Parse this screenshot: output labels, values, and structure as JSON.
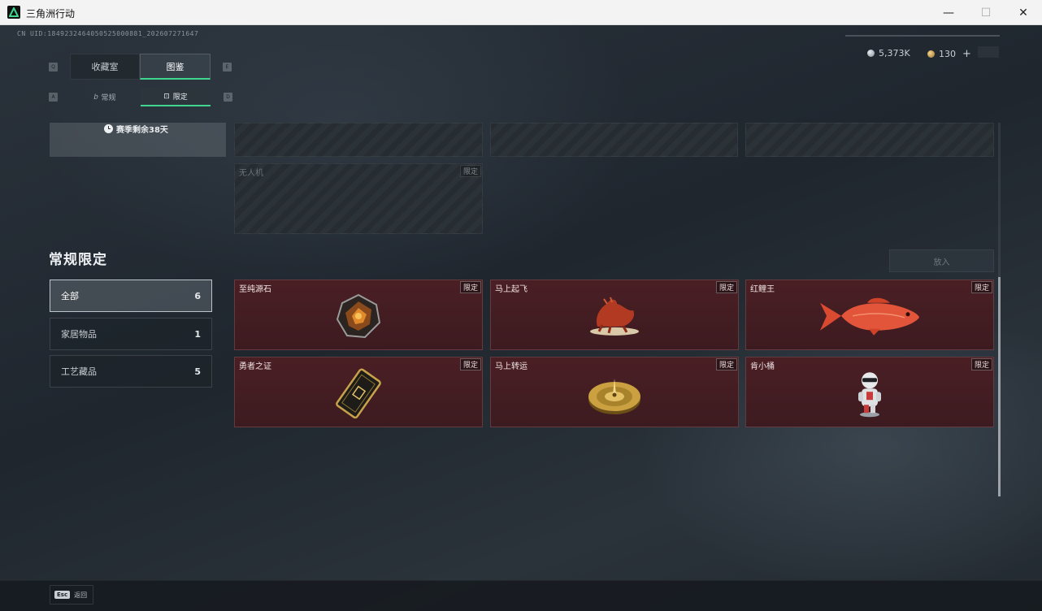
{
  "window": {
    "title": "三角洲行动",
    "minimize_icon": "minimize-icon",
    "maximize_icon": "maximize-icon",
    "close_icon": "close-icon"
  },
  "header": {
    "uid": "CN UID:1849232464050525000881_202607271647",
    "currency": [
      {
        "value": "5,373K",
        "icon": "silver-coin-icon"
      },
      {
        "value": "130",
        "icon": "gold-coin-icon"
      }
    ],
    "plus_label": "+"
  },
  "tabs": {
    "main": [
      {
        "label": "收藏室",
        "key": "Q"
      },
      {
        "label": "图鉴",
        "key": "E",
        "active": true
      }
    ],
    "sub": [
      {
        "label": "常规",
        "key": "A"
      },
      {
        "label": "限定",
        "key": "D",
        "active": true
      }
    ]
  },
  "season": {
    "remaining": "赛季剩余38天"
  },
  "locked_items": [
    {
      "name": "",
      "tag": ""
    },
    {
      "name": "",
      "tag": ""
    },
    {
      "name": "",
      "tag": ""
    },
    {
      "name": "无人机",
      "tag": "限定"
    }
  ],
  "section": {
    "title": "常规限定",
    "place_button": "放入"
  },
  "categories": [
    {
      "label": "全部",
      "count": "6",
      "active": true
    },
    {
      "label": "家居物品",
      "count": "1"
    },
    {
      "label": "工艺藏品",
      "count": "5"
    }
  ],
  "items": [
    {
      "name": "至纯源石",
      "tag": "限定",
      "icon": "stone-icon"
    },
    {
      "name": "马上起飞",
      "tag": "限定",
      "icon": "horse-statue-icon"
    },
    {
      "name": "红鲤王",
      "tag": "限定",
      "icon": "carp-icon"
    },
    {
      "name": "勇者之证",
      "tag": "限定",
      "icon": "card-icon"
    },
    {
      "name": "马上转运",
      "tag": "限定",
      "icon": "compass-plate-icon"
    },
    {
      "name": "肯小桶",
      "tag": "限定",
      "icon": "figurine-icon"
    }
  ],
  "footer": {
    "esc_key": "Esc",
    "esc_label": "返回"
  },
  "colors": {
    "accent": "#3fd68f",
    "item_bg": "#4a1f24"
  }
}
